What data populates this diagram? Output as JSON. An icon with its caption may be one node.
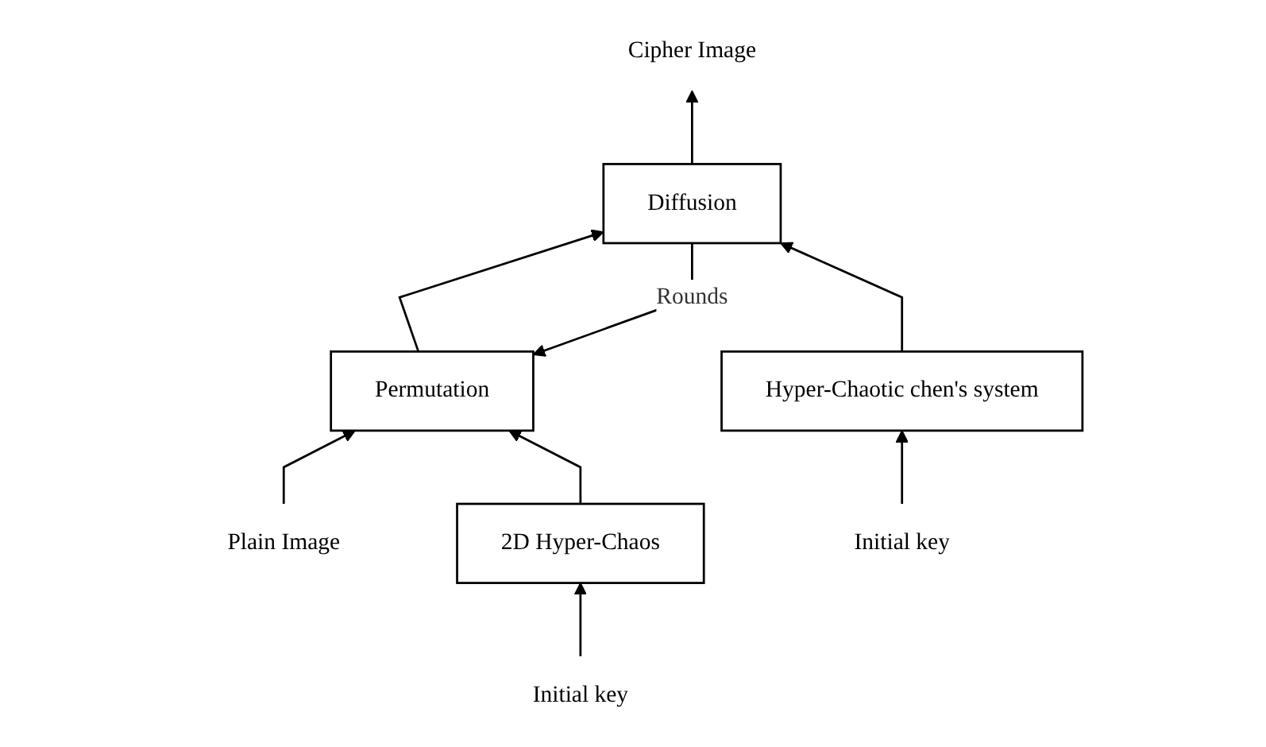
{
  "diagram": {
    "nodes": [
      {
        "text": [
          "Plain Image"
        ]
      },
      {
        "text": [
          "Permutation"
        ]
      },
      {
        "text": [
          "Diffusion"
        ]
      },
      {
        "text": [
          "Cipher Image"
        ]
      },
      {
        "text": [
          "2D Hyper-Chaos"
        ]
      },
      {
        "text": [
          "Hyper-Chaotic chen's system"
        ]
      },
      {
        "text": [
          "Initial key"
        ]
      },
      {
        "text": [
          "Initial key"
        ]
      }
    ],
    "edges": [
      {
        "from": 0,
        "to": 1,
        "arrow": "to"
      },
      {
        "from": 1,
        "to": 2,
        "arrow": "to"
      },
      {
        "from": 2,
        "to": 3,
        "arrow": "to"
      },
      {
        "from": 2,
        "to": 1,
        "arrow": "to",
        "label": "Rounds"
      },
      {
        "from": 4,
        "to": 1,
        "arrow": "to"
      },
      {
        "from": 5,
        "to": 2,
        "arrow": "to"
      },
      {
        "from": 6,
        "to": 4,
        "arrow": "to"
      },
      {
        "from": 7,
        "to": 5,
        "arrow": "to"
      }
    ]
  }
}
